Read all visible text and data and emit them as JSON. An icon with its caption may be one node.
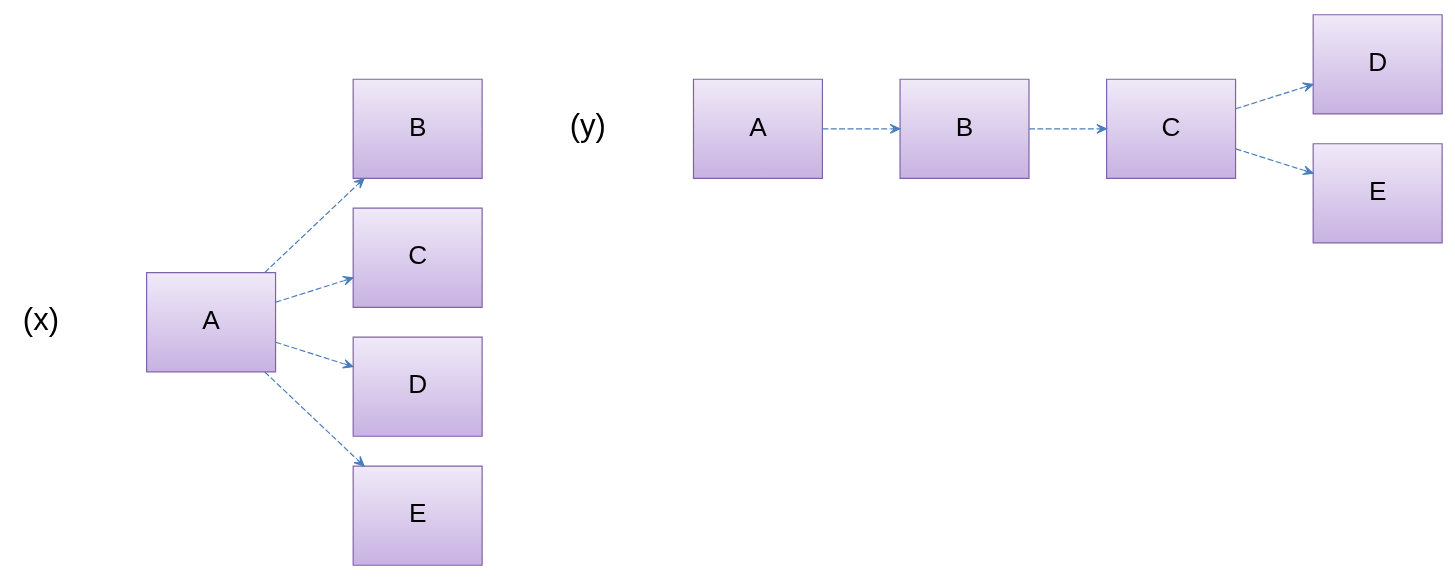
{
  "diagram": {
    "nodes": [
      {
        "text": [
          "A"
        ]
      },
      {
        "text": [
          "B"
        ]
      },
      {
        "text": [
          "C"
        ]
      },
      {
        "text": [
          "D"
        ]
      },
      {
        "text": [
          "E"
        ]
      },
      {
        "text": [
          "A"
        ]
      },
      {
        "text": [
          "B"
        ]
      },
      {
        "text": [
          "C"
        ]
      },
      {
        "text": [
          "D"
        ]
      },
      {
        "text": [
          "E"
        ]
      }
    ],
    "edges": [
      {
        "from": 0,
        "to": 1,
        "arrow": "to",
        "style": "dashed"
      },
      {
        "from": 0,
        "to": 2,
        "arrow": "to",
        "style": "dashed"
      },
      {
        "from": 0,
        "to": 3,
        "arrow": "to",
        "style": "dashed"
      },
      {
        "from": 0,
        "to": 4,
        "arrow": "to",
        "style": "dashed"
      },
      {
        "from": 5,
        "to": 6,
        "arrow": "to",
        "style": "dashed"
      },
      {
        "from": 6,
        "to": 7,
        "arrow": "to",
        "style": "dashed"
      },
      {
        "from": 7,
        "to": 8,
        "arrow": "to",
        "style": "dashed"
      },
      {
        "from": 7,
        "to": 9,
        "arrow": "to",
        "style": "dashed"
      }
    ],
    "labels": [
      "(x)",
      "(y)"
    ]
  }
}
